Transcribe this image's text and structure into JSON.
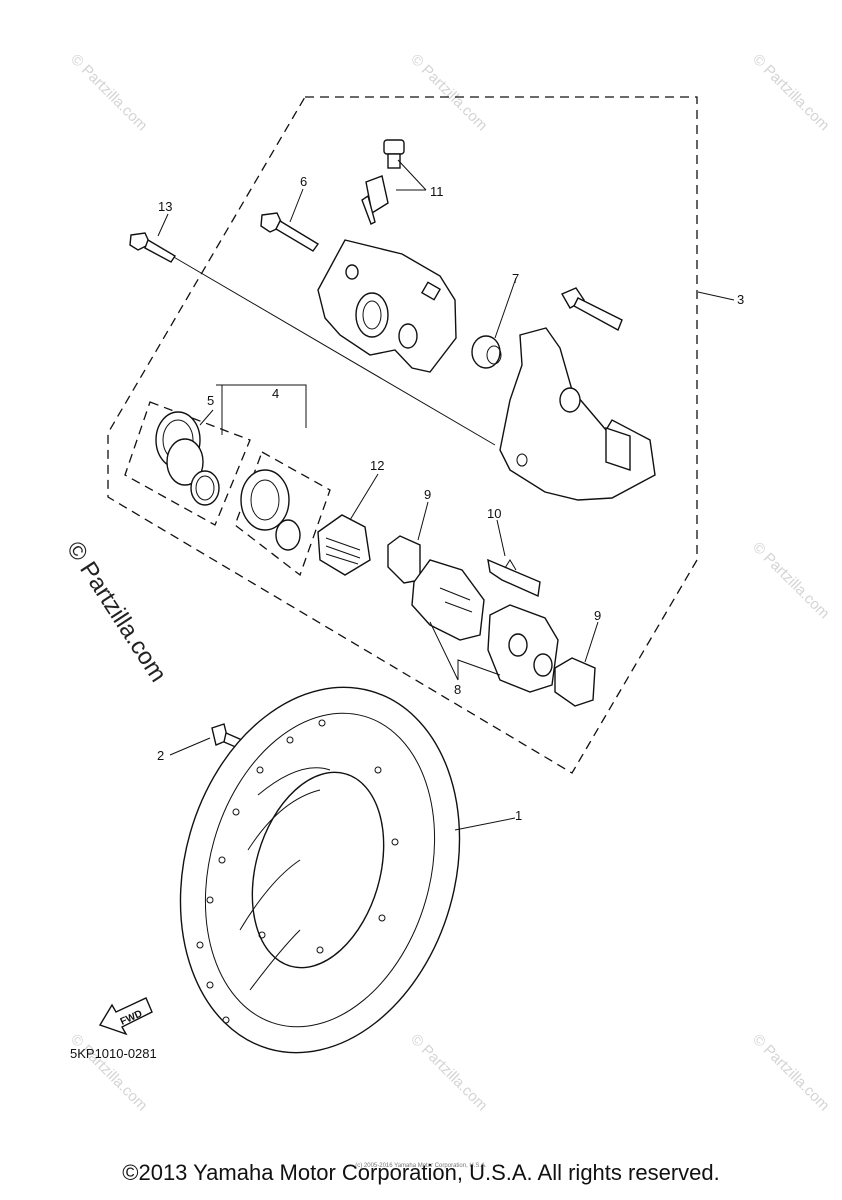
{
  "callouts": [
    {
      "id": "1",
      "text": "1"
    },
    {
      "id": "2",
      "text": "2"
    },
    {
      "id": "3",
      "text": "3"
    },
    {
      "id": "4",
      "text": "4"
    },
    {
      "id": "5",
      "text": "5"
    },
    {
      "id": "6",
      "text": "6"
    },
    {
      "id": "7",
      "text": "7"
    },
    {
      "id": "8",
      "text": "8"
    },
    {
      "id": "9a",
      "text": "9"
    },
    {
      "id": "9b",
      "text": "9"
    },
    {
      "id": "10",
      "text": "10"
    },
    {
      "id": "11",
      "text": "11"
    },
    {
      "id": "12",
      "text": "12"
    },
    {
      "id": "13",
      "text": "13"
    }
  ],
  "direction_arrow": "FWD",
  "diagram_code": "5KP1010-0281",
  "watermark": "© Partzilla.com",
  "fine_print": "(c) 2005-2016 Yamaha Motor Corporation, U.S.A.",
  "copyright": "©2013 Yamaha Motor Corporation, U.S.A. All rights reserved."
}
